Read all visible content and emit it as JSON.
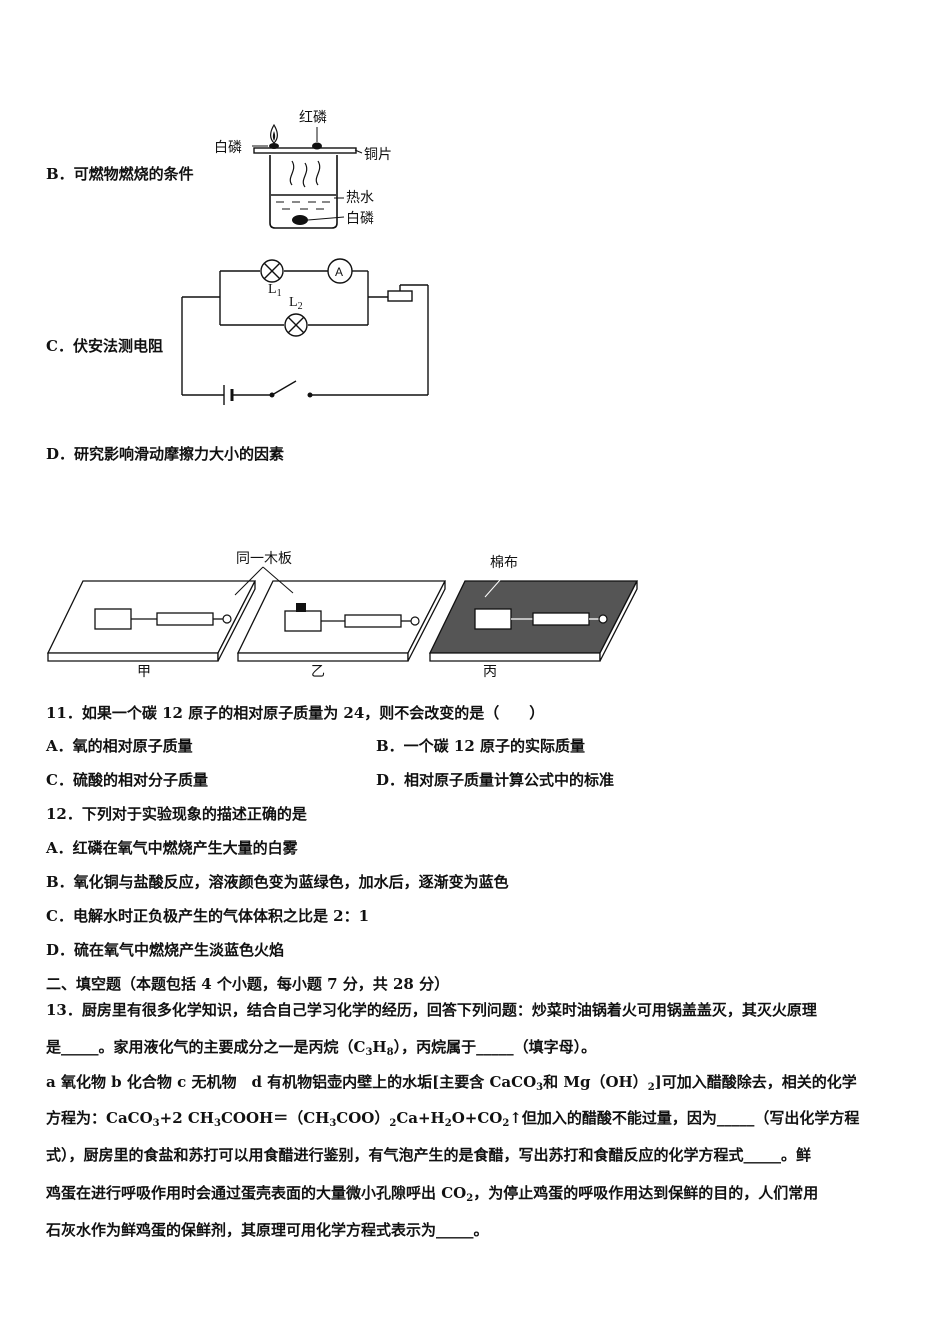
{
  "optionB": {
    "text": "B．可燃物燃烧的条件",
    "labels": {
      "red_phosphorus": "红磷",
      "white_phosphorus_top": "白磷",
      "copper_sheet": "铜片",
      "hot_water": "热水",
      "white_phosphorus_bottom": "白磷"
    }
  },
  "optionC": {
    "text": "C．伏安法测电阻",
    "labels": {
      "ammeter": "A",
      "L1": "L",
      "L1_sub": "1",
      "L2": "L",
      "L2_sub": "2"
    }
  },
  "optionD": {
    "text": "D．研究影响滑动摩擦力大小的因素",
    "labels": {
      "same_board": "同一木板",
      "cotton_cloth": "棉布",
      "jia": "甲",
      "yi": "乙",
      "bing": "丙"
    }
  },
  "q11": {
    "stem": "11．如果一个碳 12 原子的相对原子质量为 24，则不会改变的是（　　）",
    "A": "A．氧的相对原子质量",
    "B": "B．一个碳 12 原子的实际质量",
    "C": "C．硫酸的相对分子质量",
    "D": "D．相对原子质量计算公式中的标准"
  },
  "q12": {
    "stem": "12．下列对于实验现象的描述正确的是",
    "A": "A．红磷在氧气中燃烧产生大量的白雾",
    "B": "B．氧化铜与盐酸反应，溶液颜色变为蓝绿色，加水后，逐渐变为蓝色",
    "C": "C．电解水时正负极产生的气体体积之比是 2：1",
    "D": "D．硫在氧气中燃烧产生淡蓝色火焰"
  },
  "section2": "二、填空题（本题包括 4 个小题，每小题 7 分，共 28 分）",
  "q13": {
    "line1": "13．厨房里有很多化学知识，结合自己学习化学的经历，回答下列问题：炒菜时油锅着火可用锅盖盖灭，其灭火原理",
    "line2a": "是_____。家用液化气的主要成分之一是丙烷（C",
    "line2_sub1": "3",
    "line2b": "H",
    "line2_sub2": "8",
    "line2c": "），丙烷属于_____（填字母）。",
    "line3a": "a 氧化物 b 化合物 c 无机物　d 有机物铝壶内壁上的水垢[主要含 CaCO",
    "line3_sub1": "3",
    "line3b": "和 Mg（OH）",
    "line3_sub2": "2",
    "line3c": "]可加入醋酸除去，相关的化学",
    "line4a": "方程为：CaCO",
    "line4_sub1": "3",
    "line4b": "+2 CH",
    "line4_sub2": "3",
    "line4c": "COOH＝（CH",
    "line4_sub3": "3",
    "line4d": "COO）",
    "line4_sub4": "2",
    "line4e": "Ca+H",
    "line4_sub5": "2",
    "line4f": "O+CO",
    "line4_sub6": "2",
    "line4g": "↑但加入的醋酸不能过量，因为_____（写出化学方程",
    "line5": "式），厨房里的食盐和苏打可以用食醋进行鉴别，有气泡产生的是食醋，写出苏打和食醋反应的化学方程式_____。鲜",
    "line6a": "鸡蛋在进行呼吸作用时会通过蛋壳表面的大量微小孔隙呼出 CO",
    "line6_sub": "2",
    "line6b": "，为停止鸡蛋的呼吸作用达到保鲜的目的，人们常用",
    "line7": "石灰水作为鲜鸡蛋的保鲜剂，其原理可用化学方程式表示为_____。"
  }
}
